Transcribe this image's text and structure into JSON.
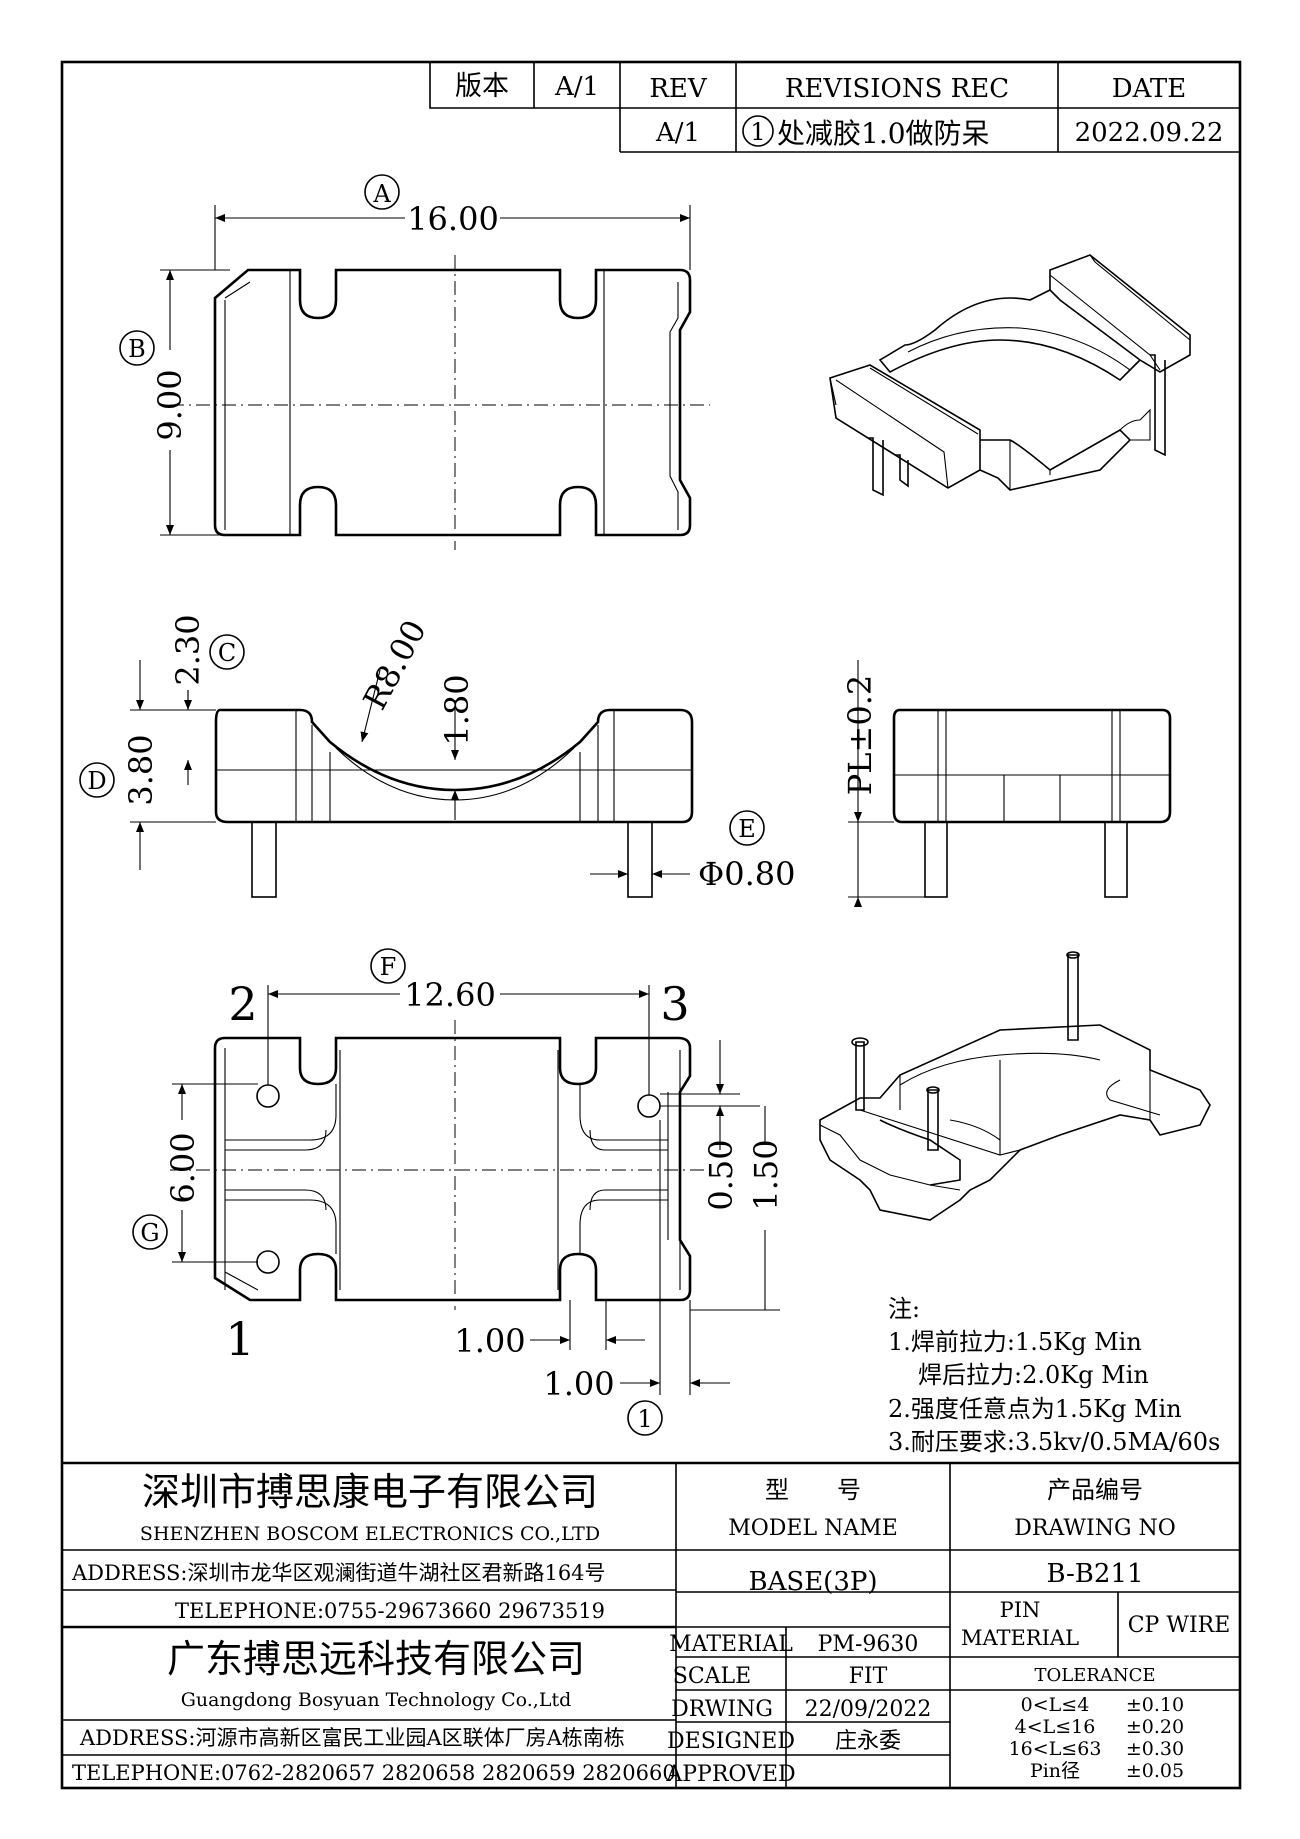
{
  "revision_table": {
    "version_label": "版本",
    "version_value": "A/1",
    "rev_header": "REV",
    "revisions_header": "REVISIONS REC",
    "date_header": "DATE",
    "rev_value": "A/1",
    "revision_mark": "1",
    "revision_text": "处减胶1.0做防呆",
    "revision_date": "2022.09.22"
  },
  "top_view": {
    "dim_a_label": "A",
    "dim_a_value": "16.00",
    "dim_b_label": "B",
    "dim_b_value": "9.00"
  },
  "side_view": {
    "dim_c_label": "C",
    "dim_c_value": "2.30",
    "dim_d_label": "D",
    "dim_d_value": "3.80",
    "radius_value": "R8.00",
    "depth_value": "1.80",
    "dim_e_label": "E",
    "pin_dia_value": "Φ0.80",
    "pl_value": "PL±0.2"
  },
  "bottom_view": {
    "dim_f_label": "F",
    "dim_f_value": "12.60",
    "dim_g_label": "G",
    "dim_g_value": "6.00",
    "pin_1": "1",
    "pin_2": "2",
    "pin_3": "3",
    "dim_050": "0.50",
    "dim_150": "1.50",
    "dim_100_a": "1.00",
    "dim_100_b": "1.00",
    "revision_mark": "1"
  },
  "notes": {
    "title": "注:",
    "line1": "1.焊前拉力:1.5Kg Min",
    "line2": "焊后拉力:2.0Kg Min",
    "line3": "2.强度任意点为1.5Kg Min",
    "line4": "3.耐压要求:3.5kv/0.5MA/60s"
  },
  "title_block": {
    "company1_cn": "深圳市搏思康电子有限公司",
    "company1_en": "SHENZHEN BOSCOM ELECTRONICS CO.,LTD",
    "address1": "ADDRESS:深圳市龙华区观澜街道牛湖社区君新路164号",
    "telephone1": "TELEPHONE:0755-29673660 29673519",
    "company2_cn": "广东搏思远科技有限公司",
    "company2_en": "Guangdong Bosyuan Technology Co.,Ltd",
    "address2": "ADDRESS:河源市高新区富民工业园A区联体厂房A栋南栋",
    "telephone2": "TELEPHONE:0762-2820657 2820658 2820659 2820660",
    "model_header_cn": "型　　号",
    "model_header_en": "MODEL NAME",
    "drawing_header_cn": "产品编号",
    "drawing_header_en": "DRAWING NO",
    "model_value": "BASE(3P)",
    "drawing_value": "B-B211",
    "material_label": "MATERIAL",
    "material_value": "PM-9630",
    "pin_material_label1": "PIN",
    "pin_material_label2": "MATERIAL",
    "pin_material_value": "CP WIRE",
    "scale_label": "SCALE",
    "scale_value": "FIT",
    "tolerance_label": "TOLERANCE",
    "drawing_label": "DRWING",
    "drawing_date": "22/09/2022",
    "designed_label": "DESIGNED",
    "designed_value": "庄永委",
    "approved_label": "APPROVED",
    "approved_value": "",
    "tolerances": [
      {
        "range": "0<L≤4",
        "value": "±0.10"
      },
      {
        "range": "4<L≤16",
        "value": "±0.20"
      },
      {
        "range": "16<L≤63",
        "value": "±0.30"
      },
      {
        "range": "Pin径",
        "value": "±0.05"
      }
    ]
  }
}
